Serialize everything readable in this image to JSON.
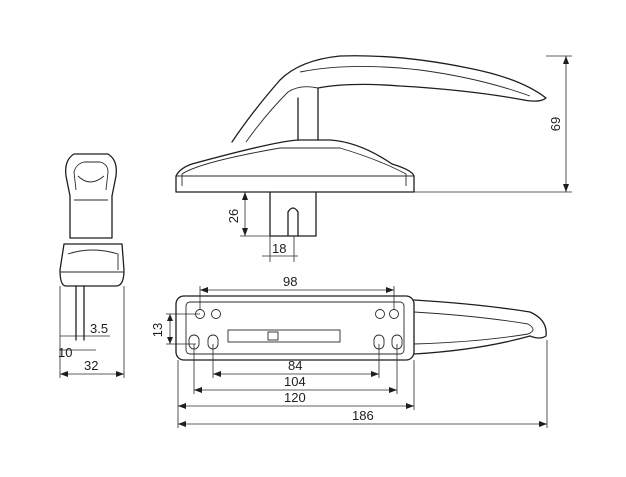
{
  "dimensions": {
    "height_total": "69",
    "spindle_depth": "26",
    "spindle_width": "18",
    "hole_pitch_top": "98",
    "plate_height": "13",
    "hole_pitch_inner": "84",
    "hole_pitch_outer": "104",
    "plate_length": "120",
    "overall_length": "186",
    "offset_small": "3.5",
    "offset_side": "10",
    "side_width": "32"
  }
}
